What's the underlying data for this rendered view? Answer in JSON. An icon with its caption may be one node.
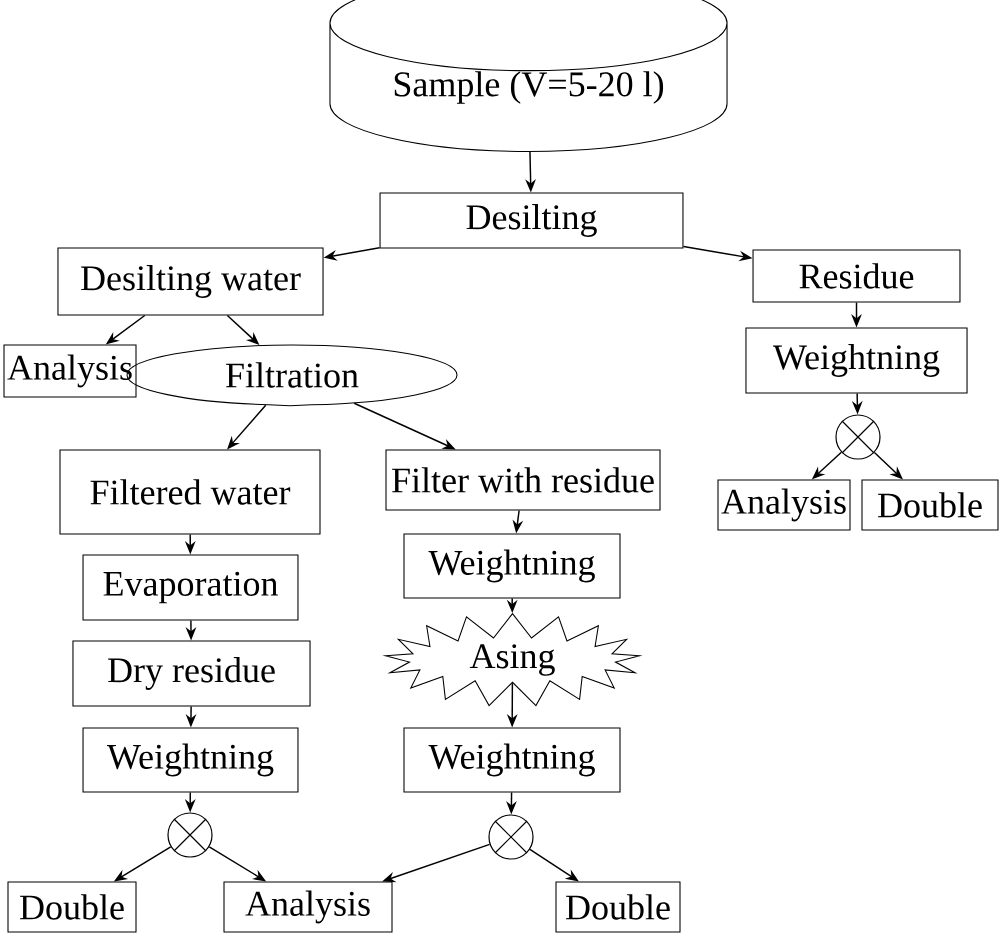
{
  "diagram": {
    "nodes": [
      {
        "text": [
          "Sample (V=5-20 l)"
        ]
      },
      {
        "text": [
          "Desilting"
        ]
      },
      {
        "text": [
          "Desilting water"
        ]
      },
      {
        "text": [
          "Residue"
        ]
      },
      {
        "text": [
          "Weightning"
        ]
      },
      {
        "text": [],
        "shape": "circle"
      },
      {
        "text": [
          "Analysis"
        ]
      },
      {
        "text": [
          "Double"
        ]
      },
      {
        "text": [
          "Analysis"
        ]
      },
      {
        "text": [
          "Filtration"
        ]
      },
      {
        "text": [
          "Filtered water"
        ]
      },
      {
        "text": [
          "Filter with residue"
        ]
      },
      {
        "text": [
          "Evaporation"
        ]
      },
      {
        "text": [
          "Weightning"
        ]
      },
      {
        "text": [
          "Dry residue"
        ]
      },
      {
        "text": [
          "Asing"
        ]
      },
      {
        "text": [
          "Weightning"
        ]
      },
      {
        "text": [
          "Weightning"
        ]
      },
      {
        "text": [],
        "shape": "circle"
      },
      {
        "text": [],
        "shape": "circle"
      },
      {
        "text": [
          "Double"
        ]
      },
      {
        "text": [
          "Analysis"
        ]
      },
      {
        "text": [
          "Double"
        ]
      }
    ],
    "edges": [
      {
        "from": 0,
        "to": 1,
        "arrow": "to"
      },
      {
        "from": 1,
        "to": 2,
        "arrow": "to"
      },
      {
        "from": 1,
        "to": 3,
        "arrow": "to"
      },
      {
        "from": 3,
        "to": 4,
        "arrow": "to"
      },
      {
        "from": 4,
        "to": 5,
        "arrow": "to"
      },
      {
        "from": 5,
        "to": 6,
        "arrow": "to"
      },
      {
        "from": 5,
        "to": 7,
        "arrow": "to"
      },
      {
        "from": 2,
        "to": 8,
        "arrow": "to"
      },
      {
        "from": 2,
        "to": 9,
        "arrow": "to"
      },
      {
        "from": 9,
        "to": 10,
        "arrow": "to"
      },
      {
        "from": 9,
        "to": 11,
        "arrow": "to"
      },
      {
        "from": 10,
        "to": 12,
        "arrow": "to"
      },
      {
        "from": 12,
        "to": 14,
        "arrow": "to"
      },
      {
        "from": 14,
        "to": 16,
        "arrow": "to"
      },
      {
        "from": 16,
        "to": 18,
        "arrow": "to"
      },
      {
        "from": 18,
        "to": 20,
        "arrow": "to"
      },
      {
        "from": 18,
        "to": 21,
        "arrow": "to"
      },
      {
        "from": 11,
        "to": 13,
        "arrow": "to"
      },
      {
        "from": 13,
        "to": 15,
        "arrow": "to"
      },
      {
        "from": 15,
        "to": 17,
        "arrow": "to"
      },
      {
        "from": 17,
        "to": 19,
        "arrow": "to"
      },
      {
        "from": 19,
        "to": 21,
        "arrow": "to"
      },
      {
        "from": 19,
        "to": 22,
        "arrow": "to"
      }
    ]
  }
}
